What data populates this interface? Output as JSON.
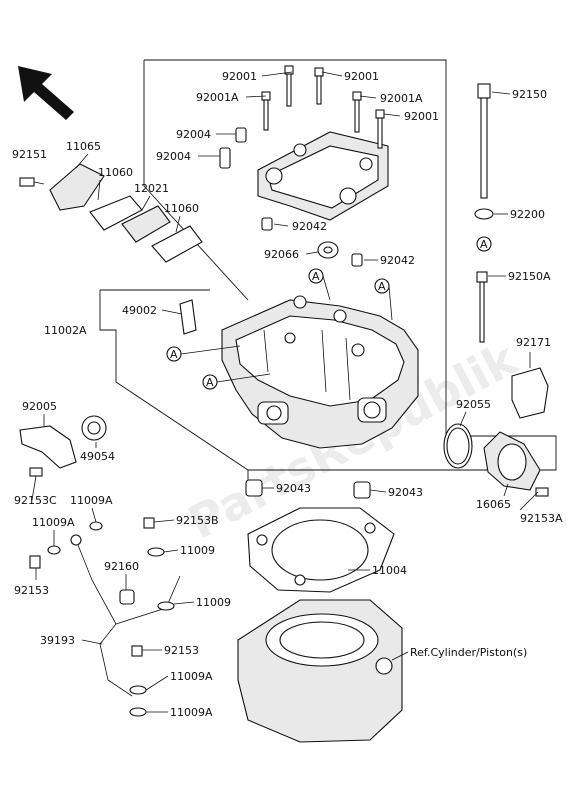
{
  "watermark": "PartsRepublik",
  "direction_arrow": "arrow-upper-left-icon",
  "ref_marker": "A",
  "reference_text": "Ref.Cylinder/Piston(s)",
  "parts": {
    "p92001_a": "92001",
    "p92001_b": "92001",
    "p92001a_a": "92001A",
    "p92001a_b": "92001A",
    "p92001_c": "92001",
    "p92004_a": "92004",
    "p92004_b": "92004",
    "p92042_a": "92042",
    "p92042_b": "92042",
    "p92066": "92066",
    "p92150": "92150",
    "p92200": "92200",
    "p92150a": "92150A",
    "p92151": "92151",
    "p11065": "11065",
    "p11060_a": "11060",
    "p12021": "12021",
    "p11060_b": "11060",
    "p49002": "49002",
    "p11002a": "11002A",
    "p92171": "92171",
    "p92005": "92005",
    "p49054": "49054",
    "p92055": "92055",
    "p92043_a": "92043",
    "p92043_b": "92043",
    "p16065": "16065",
    "p92153a": "92153A",
    "p92153c": "92153C",
    "p11009a_a": "11009A",
    "p11009a_b": "11009A",
    "p92153b": "92153B",
    "p11009_a": "11009",
    "p92153_a": "92153",
    "p92160": "92160",
    "p11009_b": "11009",
    "p11004": "11004",
    "p39193": "39193",
    "p92153_b": "92153",
    "p11009a_c": "11009A",
    "p11009a_d": "11009A"
  }
}
